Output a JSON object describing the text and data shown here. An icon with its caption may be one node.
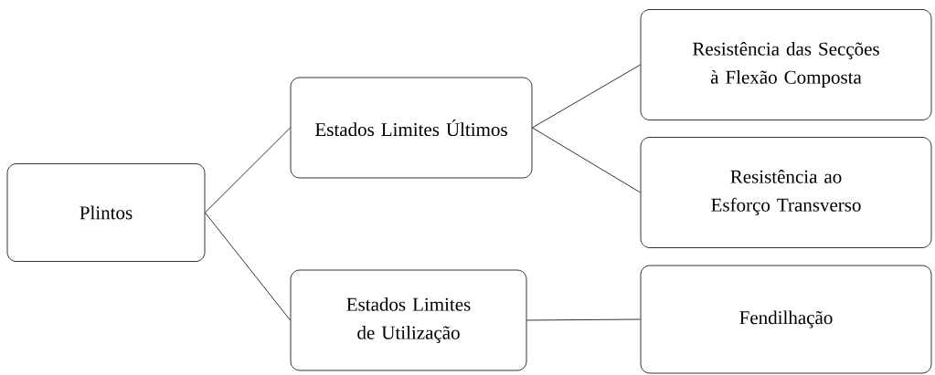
{
  "diagram": {
    "nodes": [
      {
        "text": [
          "Plintos"
        ]
      },
      {
        "text": [
          "Estados Limites Últimos"
        ]
      },
      {
        "text": [
          "Estados Limites de Utilização"
        ]
      },
      {
        "text": [
          "Resistência das Secções à Flexão Composta"
        ]
      },
      {
        "text": [
          "Resistência ao Esforço Transverso"
        ]
      },
      {
        "text": [
          "Fendilhação"
        ]
      }
    ],
    "edges": [
      {
        "from": 0,
        "to": 1,
        "arrow": "none"
      },
      {
        "from": 0,
        "to": 2,
        "arrow": "none"
      },
      {
        "from": 1,
        "to": 3,
        "arrow": "none"
      },
      {
        "from": 1,
        "to": 4,
        "arrow": "none"
      },
      {
        "from": 2,
        "to": 5,
        "arrow": "none"
      }
    ]
  }
}
